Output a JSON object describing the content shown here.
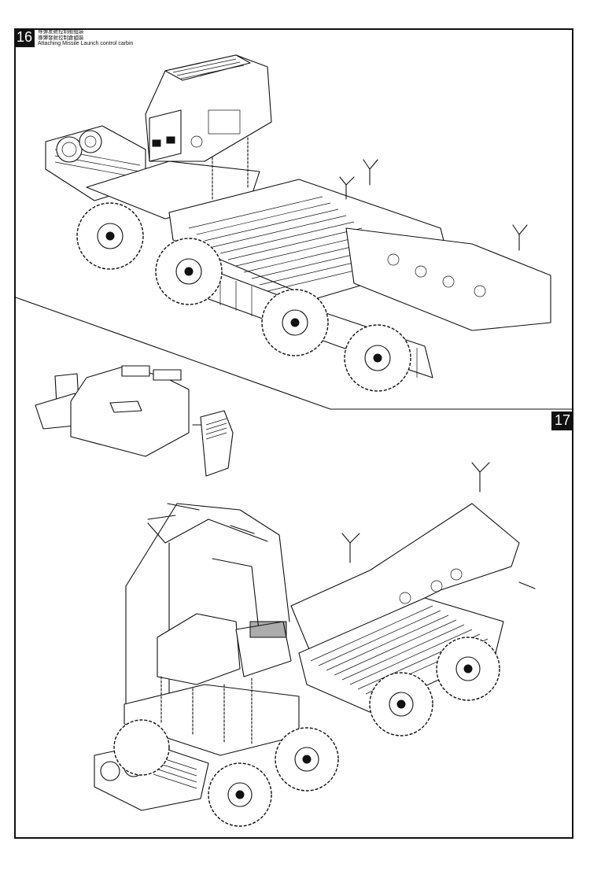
{
  "steps": {
    "step16": {
      "number": "16",
      "caption_cn_simplified": "导弹发射控制舱组装",
      "caption_cn_traditional": "導彈發射控制倉組裝",
      "caption_en": "Attaching Missile Launch control carbin"
    },
    "step17": {
      "number": "17"
    }
  }
}
